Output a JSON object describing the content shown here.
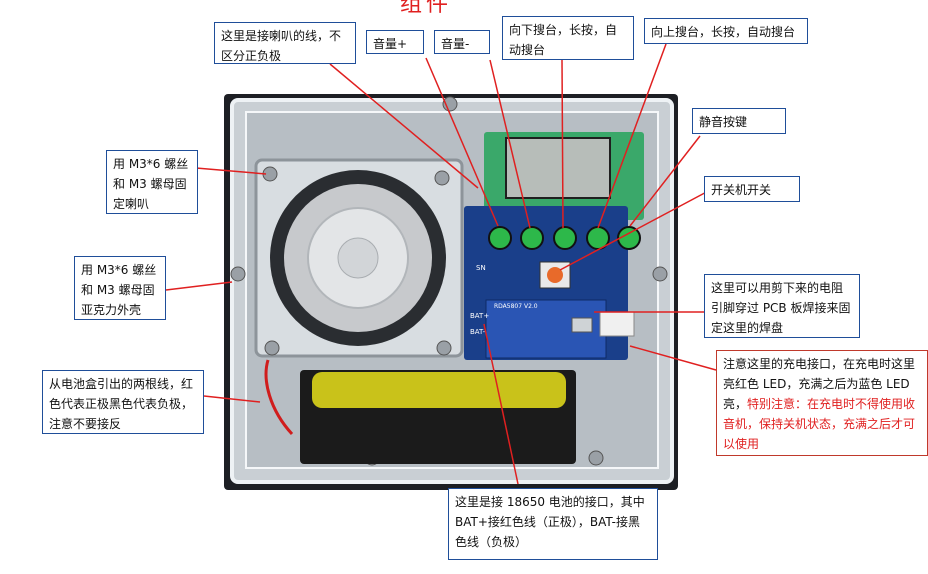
{
  "title_fragment": "组件",
  "labels": {
    "speaker_wire": "这里是接喇叭的线，不区分正负极",
    "volume_up": "音量+",
    "volume_down": "音量-",
    "search_down": "向下搜台，长按，自动搜台",
    "search_up": "向上搜台，长按，自动搜台",
    "mute": "静音按键",
    "power_switch": "开关机开关",
    "speaker_screw": "用 M3*6 螺丝和 M3 螺母固定喇叭",
    "shell_screw": "用 M3*6 螺丝和 M3 螺母固亚克力外壳",
    "battery_wires": "从电池盒引出的两根线，红色代表正极黑色代表负极，注意不要接反",
    "resistor_tip": "这里可以用剪下来的电阻引脚穿过 PCB 板焊接来固定这里的焊盘",
    "charge_note": "注意这里的充电接口，在充电时这里亮红色 LED，充满之后为蓝色 LED 亮，",
    "charge_warning": "特别注意：在充电时不得使用收音机，保持关机状态，充满之后才可以使用",
    "battery_port": "这里是接 18650 电池的接口，其中 BAT+接红色线（正极），BAT-接黑色线（负极）"
  },
  "pcb_marks": {
    "bat_plus": "BAT+",
    "bat_minus": "BAT-",
    "sn": "SN",
    "version": "RDA5807 V2.0"
  },
  "colors": {
    "accent_red": "#e02020",
    "callout_border": "#1f4e99",
    "pcb_blue": "#1a3f8a",
    "button_green": "#2db84a",
    "lcd_green": "#3aa86a"
  }
}
